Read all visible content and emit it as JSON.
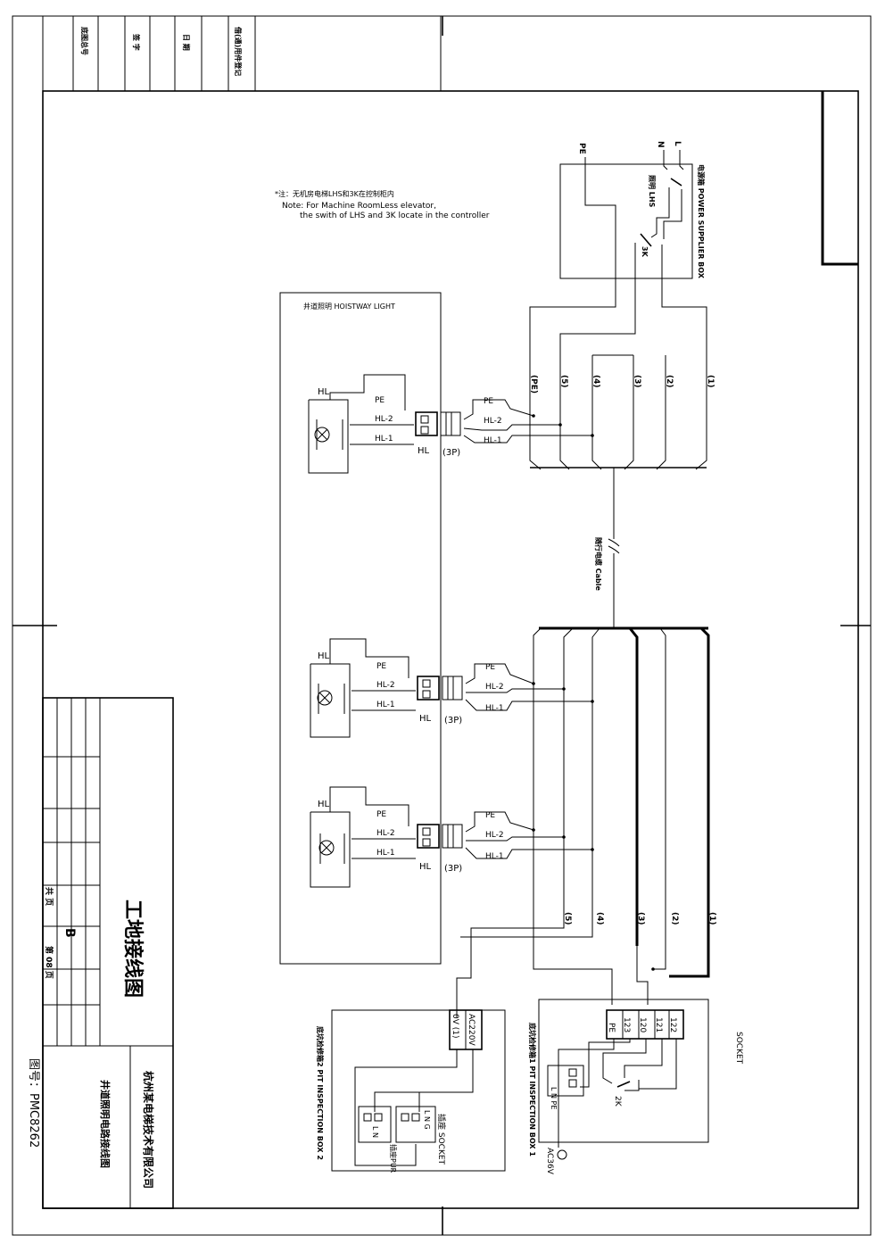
{
  "note": {
    "cn": "*注：无机房电梯LHS和3K在控制柜内",
    "line1": "Note: For Machine RoomLess elevator,",
    "line2": "the swith of LHS and 3K locate in the controller"
  },
  "power_box": {
    "title": "电源箱 POWER SUPPLIER BOX",
    "lhs_label": "照明 LHS",
    "k3_label": "3K",
    "n_label": "N",
    "l_label": "L",
    "pe_label": "PE"
  },
  "hoistway": {
    "title": "井道照明 HOISTWAY LIGHT",
    "lamp_label": "HL",
    "pe": "PE",
    "hl2": "HL-2",
    "hl1": "HL-1",
    "plug_label": "HL",
    "plug_pins": "(3P)"
  },
  "cable": {
    "label": "随行电缆 Cable",
    "cores_top": [
      "(PE)",
      "(5)",
      "(4)",
      "(3)",
      "(2)",
      "(1)"
    ],
    "cores_bottom": [
      "(5)",
      "(4)",
      "(3)",
      "(2)",
      "(1)"
    ]
  },
  "pit_box_1": {
    "title": "底坑检修箱1 PIT INSPECTION BOX 1",
    "terminals": [
      "PE",
      "123",
      "120",
      "121",
      "122"
    ],
    "socket_label": "SOCKET",
    "switch_label": "2K",
    "socket_pins": "L N PE",
    "lamp_label": "AC36V"
  },
  "pit_box_2": {
    "title": "底坑检修箱2 PIT INSPECTION BOX 2",
    "terminals": [
      "AC220V",
      "0V (1)"
    ],
    "socket_label": "插座 SOCKET",
    "socket1_pins": "L N G",
    "socket2_pins": "L N",
    "socket2_label": "插座PUR"
  },
  "title_block": {
    "drawing_title": "工地接线图",
    "company": "杭州某电梯技术有限公司",
    "subtitle": "井道照明电路接线图",
    "revision": "B",
    "sheet": "共  页",
    "sheet_total": "第 08 页",
    "drawing_no": "图号：PMC8262"
  },
  "stamp_block": {
    "row1": "底图总号",
    "row2": "签 字",
    "row3": "日 期",
    "row4": "借(通)用件登记"
  }
}
